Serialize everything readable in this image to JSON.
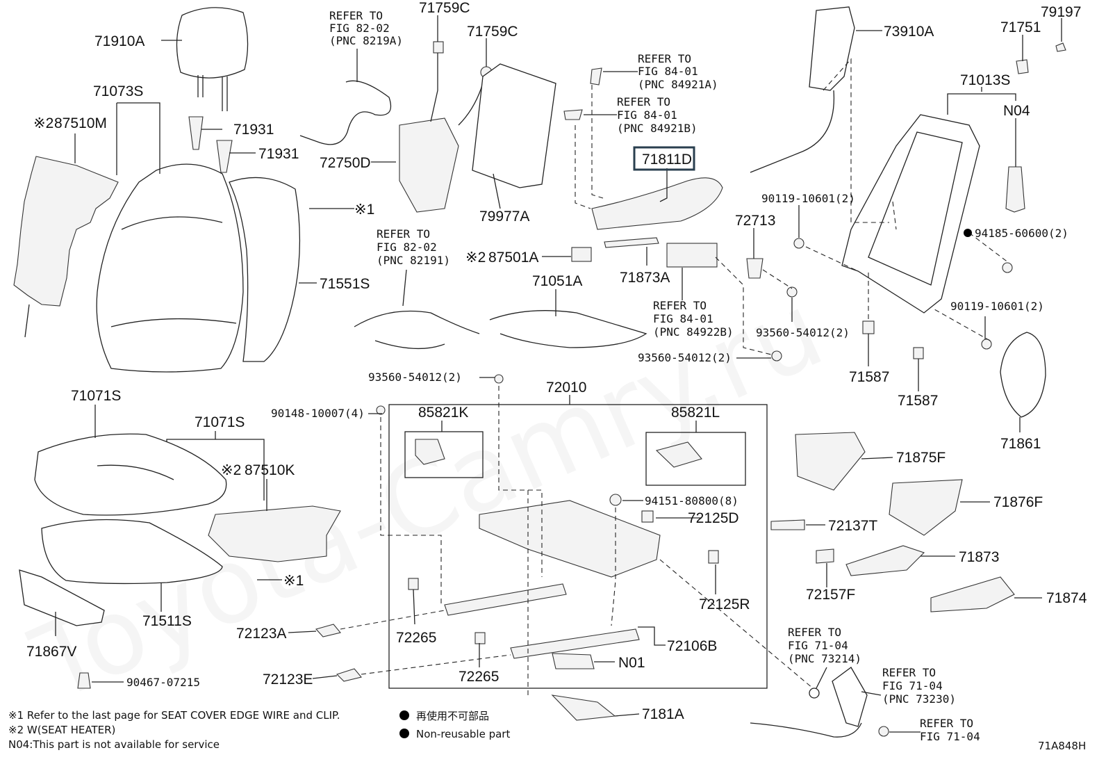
{
  "diagram_code": "71A848H",
  "highlighted_part": "71811D",
  "watermark": "Toyota-Camry.ru",
  "parts": {
    "p71910A": "71910A",
    "p71073S": "71073S",
    "p87510M": "87510M",
    "p71931a": "71931",
    "p71931b": "71931",
    "p72750D": "72750D",
    "p71759C_top": "71759C",
    "p71759C": "71759C",
    "p79977A": "79977A",
    "p71551S": "71551S",
    "p71811D": "71811D",
    "p71873A": "71873A",
    "p72713": "72713",
    "p87501A": "87501A",
    "p71051A": "71051A",
    "p73910A": "73910A",
    "p71751": "71751",
    "p79197": "79197",
    "p71013S": "71013S",
    "pN04": "N04",
    "p90119a": "90119-10601(2)",
    "p94185": "94185-60600(2)",
    "p90119b": "90119-10601(2)",
    "p93560a": "93560-54012(2)",
    "p93560b": "93560-54012(2)",
    "p93560c": "93560-54012(2)",
    "p71587a": "71587",
    "p71587b": "71587",
    "p71861": "71861",
    "p71071S_top": "71071S",
    "p71071S": "71071S",
    "p90148": "90148-10007(4)",
    "p87510K": "87510K",
    "p72010": "72010",
    "p85821K": "85821K",
    "p85821L": "85821L",
    "p94151": "94151-80800(8)",
    "p72125D": "72125D",
    "p72125R": "72125R",
    "p71875F": "71875F",
    "p71876F": "71876F",
    "p72137T": "72137T",
    "p71873": "71873",
    "p72157F": "72157F",
    "p71874": "71874",
    "p71511S": "71511S",
    "p71867V": "71867V",
    "p72123A": "72123A",
    "p72265a": "72265",
    "p72265b": "72265",
    "p72106B": "72106B",
    "pN01": "N01",
    "p72123E": "72123E",
    "p90467": "90467-07215",
    "p7181A": "7181A"
  },
  "marks": {
    "note1": "※1",
    "note2": "※2"
  },
  "refs": {
    "r8219A": [
      "REFER TO",
      "FIG 82-02",
      "(PNC 8219A)"
    ],
    "r84921A": [
      "REFER TO",
      "FIG 84-01",
      "(PNC 84921A)"
    ],
    "r84921B": [
      "REFER TO",
      "FIG 84-01",
      "(PNC 84921B)"
    ],
    "r82191": [
      "REFER TO",
      "FIG 82-02",
      "(PNC 82191)"
    ],
    "r84922B": [
      "REFER TO",
      "FIG 84-01",
      "(PNC 84922B)"
    ],
    "r73214": [
      "REFER TO",
      "FIG 71-04",
      "(PNC 73214)"
    ],
    "r73230": [
      "REFER TO",
      "FIG 71-04",
      "(PNC 73230)"
    ],
    "r7104": [
      "REFER TO",
      "FIG 71-04"
    ]
  },
  "footnotes": {
    "n1": "※1 Refer to the last page for SEAT COVER EDGE WIRE and CLIP.",
    "n2": "※2 W(SEAT HEATER)",
    "n3": "N04:This part is not available for service",
    "legend_jp": "再使用不可部品",
    "legend_en": "Non-reusable part"
  }
}
